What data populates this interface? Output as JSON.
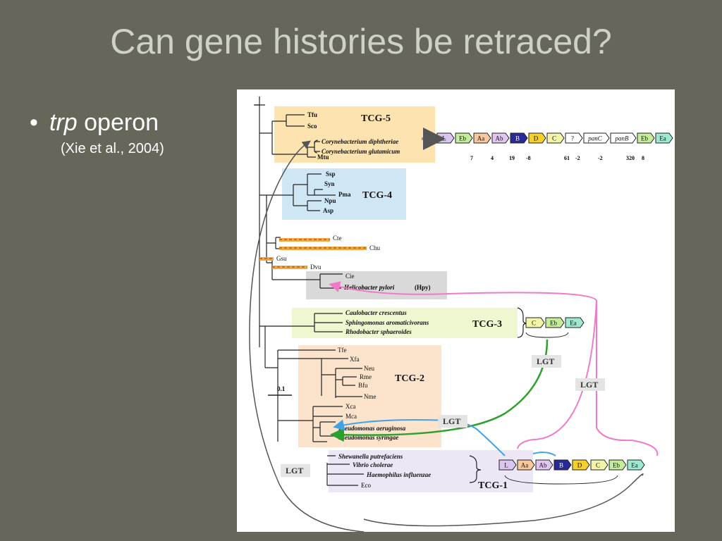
{
  "title": "Can gene histories be retraced?",
  "bullet": {
    "marker": "•",
    "italic": "trp",
    "rest": "operon",
    "citation": "(Xie et al., 2004)"
  },
  "figure": {
    "groups": {
      "tcg5": "TCG-5",
      "tcg4": "TCG-4",
      "tcg3": "TCG-3",
      "tcg2": "TCG-2",
      "tcg1": "TCG-1"
    },
    "taxa": {
      "tfu": "Tfu",
      "sco": "Sco",
      "cdip": "Corynebacterium diphtheriae",
      "cglu": "Corynebacterium glutamicum",
      "mtu": "Mtu",
      "ssp": "Ssp",
      "syn": "Syn",
      "pma": "Pma",
      "npu": "Npu",
      "asp": "Asp",
      "cte": "Cte",
      "chu": "Chu",
      "gsu": "Gsu",
      "dvu": "Dvu",
      "cie": "Cie",
      "hpy": "Helicobacter pylori",
      "hpy_abbr": "(Hpy)",
      "ccre": "Caulobacter crescentus",
      "sphi": "Sphingomonas aromaticivorans",
      "rhod": "Rhodobacter sphaeroides",
      "tfe": "Tfe",
      "xfa": "Xfa",
      "neu": "Neu",
      "rme": "Rme",
      "bfu": "Bfu",
      "nme": "Nme",
      "xca": "Xca",
      "mca": "Mca",
      "paer": "Pseudomonas aeruginosa",
      "psyr": "Pseudomonas syringae",
      "shew": "Shewanella putrefaciens",
      "vibr": "Vibrio cholerae",
      "haem": "Haemophilus influenzae",
      "eco": "Eco"
    },
    "scale": "0.1",
    "lgt": "LGT",
    "operon_top": {
      "genes": [
        "L",
        "Eb",
        "Aa",
        "Ab",
        "B",
        "D",
        "C",
        "?",
        "panC",
        "panB",
        "Eb",
        "Ea"
      ],
      "gaps": [
        "7",
        "4",
        "19",
        "-8",
        "61",
        "-2",
        "-2",
        "320",
        "8"
      ]
    },
    "operon_tcg3": [
      "C",
      "Eb",
      "Ea"
    ],
    "operon_tcg1": [
      "L",
      "Aa",
      "Ab",
      "B",
      "D",
      "C",
      "Eb",
      "Ea"
    ],
    "colors": {
      "tcg5": "#fde3b0",
      "tcg4": "#cfe6f5",
      "tcg3": "#eef7cf",
      "tcg2": "#fbe3cc",
      "tcg1": "#ece6f5",
      "hpy": "#d9d9d9",
      "orange_bar": "#f6a440",
      "lgt_green": "#2ea02e",
      "lgt_pink": "#f07ac8",
      "lgt_blue": "#41a3e6"
    }
  }
}
